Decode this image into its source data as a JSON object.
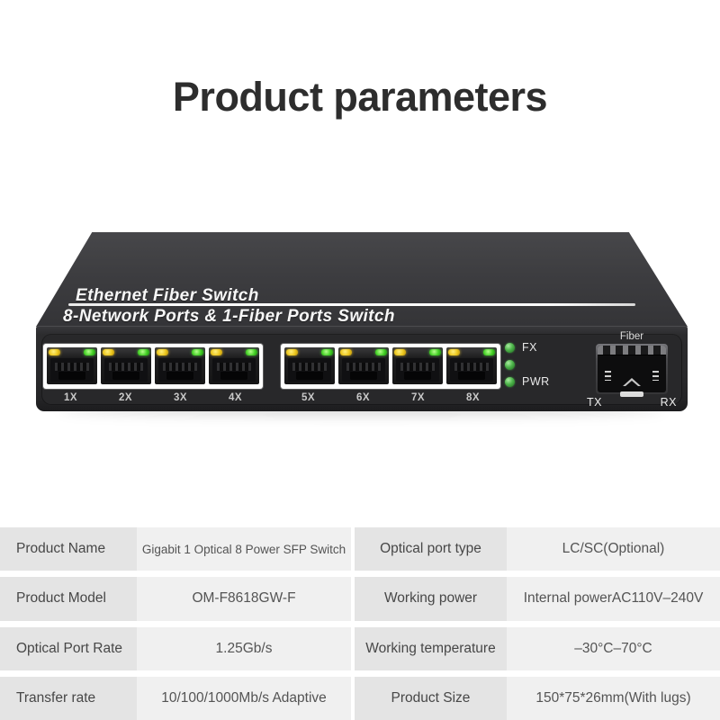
{
  "page": {
    "title": "Product parameters"
  },
  "device": {
    "panel_line1": "Ethernet Fiber Switch",
    "panel_line2": "8-Network Ports & 1-Fiber Ports Switch",
    "ports": [
      "1X",
      "2X",
      "3X",
      "4X",
      "5X",
      "6X",
      "7X",
      "8X"
    ],
    "status_leds": {
      "fx_label": "FX",
      "pwr_label": "PWR"
    },
    "sfp": {
      "label": "Fiber",
      "tx_label": "TX",
      "rx_label": "RX"
    },
    "colors": {
      "chassis_dark": "#2b2b2d",
      "status_led_green": "#4db44a",
      "port_led_yellow": "#ecc71e",
      "port_led_green": "#43cf25"
    }
  },
  "spec_table": {
    "rows": [
      {
        "left": {
          "label": "Product Name",
          "value": "Gigabit 1 Optical 8 Power SFP Switch"
        },
        "right": {
          "label": "Optical port type",
          "value": "LC/SC(Optional)"
        }
      },
      {
        "left": {
          "label": "Product Model",
          "value": "OM-F8618GW-F"
        },
        "right": {
          "label": "Working power",
          "value": "Internal powerAC110V–240V"
        }
      },
      {
        "left": {
          "label": "Optical Port Rate",
          "value": "1.25Gb/s"
        },
        "right": {
          "label": "Working temperature",
          "value": "–30°C–70°C"
        }
      },
      {
        "left": {
          "label": "Transfer rate",
          "value": "10/100/1000Mb/s Adaptive"
        },
        "right": {
          "label": "Product Size",
          "value": "150*75*26mm(With lugs)"
        }
      }
    ]
  }
}
